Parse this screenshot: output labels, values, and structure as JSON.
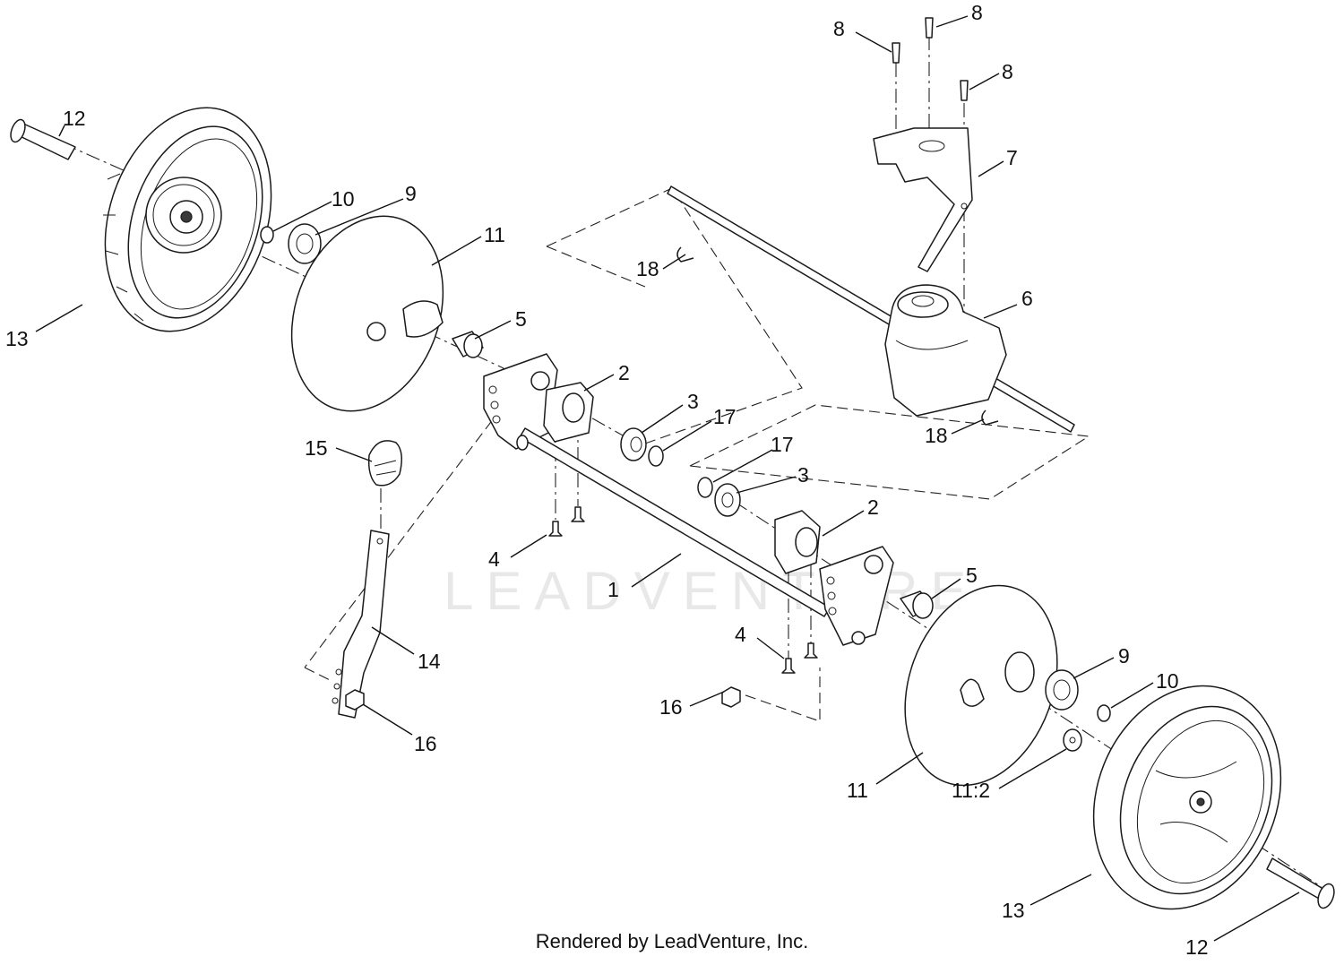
{
  "watermark": {
    "text": "LEADVENTURE"
  },
  "footer": {
    "text": "Rendered by LeadVenture, Inc."
  },
  "callouts": [
    {
      "id": "c1",
      "label": "1"
    },
    {
      "id": "c2a",
      "label": "2"
    },
    {
      "id": "c2b",
      "label": "2"
    },
    {
      "id": "c3a",
      "label": "3"
    },
    {
      "id": "c3b",
      "label": "3"
    },
    {
      "id": "c4a",
      "label": "4"
    },
    {
      "id": "c4b",
      "label": "4"
    },
    {
      "id": "c5a",
      "label": "5"
    },
    {
      "id": "c5b",
      "label": "5"
    },
    {
      "id": "c6",
      "label": "6"
    },
    {
      "id": "c7",
      "label": "7"
    },
    {
      "id": "c8a",
      "label": "8"
    },
    {
      "id": "c8b",
      "label": "8"
    },
    {
      "id": "c8c",
      "label": "8"
    },
    {
      "id": "c9a",
      "label": "9"
    },
    {
      "id": "c9b",
      "label": "9"
    },
    {
      "id": "c10a",
      "label": "10"
    },
    {
      "id": "c10b",
      "label": "10"
    },
    {
      "id": "c11a",
      "label": "11"
    },
    {
      "id": "c11b",
      "label": "11"
    },
    {
      "id": "c11c",
      "label": "11:2"
    },
    {
      "id": "c12a",
      "label": "12"
    },
    {
      "id": "c12b",
      "label": "12"
    },
    {
      "id": "c13a",
      "label": "13"
    },
    {
      "id": "c13b",
      "label": "13"
    },
    {
      "id": "c14",
      "label": "14"
    },
    {
      "id": "c15",
      "label": "15"
    },
    {
      "id": "c16a",
      "label": "16"
    },
    {
      "id": "c16b",
      "label": "16"
    },
    {
      "id": "c17a",
      "label": "17"
    },
    {
      "id": "c17b",
      "label": "17"
    },
    {
      "id": "c18a",
      "label": "18"
    },
    {
      "id": "c18b",
      "label": "18"
    }
  ]
}
